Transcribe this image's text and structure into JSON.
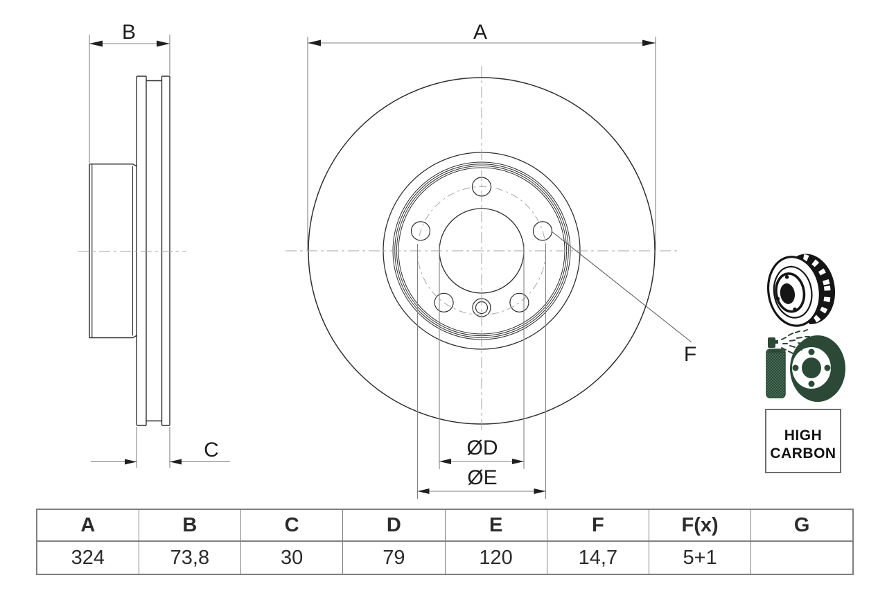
{
  "drawing": {
    "dimension_labels": {
      "a": "A",
      "b": "B",
      "c": "C",
      "d": "ØD",
      "e": "ØE",
      "f": "F"
    }
  },
  "badge": {
    "line1": "HIGH",
    "line2": "CARBON"
  },
  "icons": {
    "top": "vented-brake-disc-3d",
    "middle": "anti-corrosion-spray-coated-disc"
  },
  "colors": {
    "part_line": "#2e2e2e",
    "dimension_line": "#828282",
    "centerline": "#a6a6a6",
    "arrow": "#1f1f1f",
    "icon_black": "#151515",
    "coating_green": "#2b4936",
    "table_border": "#7f7f7f",
    "text": "#1d1d1d"
  },
  "table": {
    "headers": [
      "A",
      "B",
      "C",
      "D",
      "E",
      "F",
      "F(x)",
      "G"
    ],
    "values": [
      "324",
      "73,8",
      "30",
      "79",
      "120",
      "14,7",
      "5+1",
      ""
    ]
  }
}
